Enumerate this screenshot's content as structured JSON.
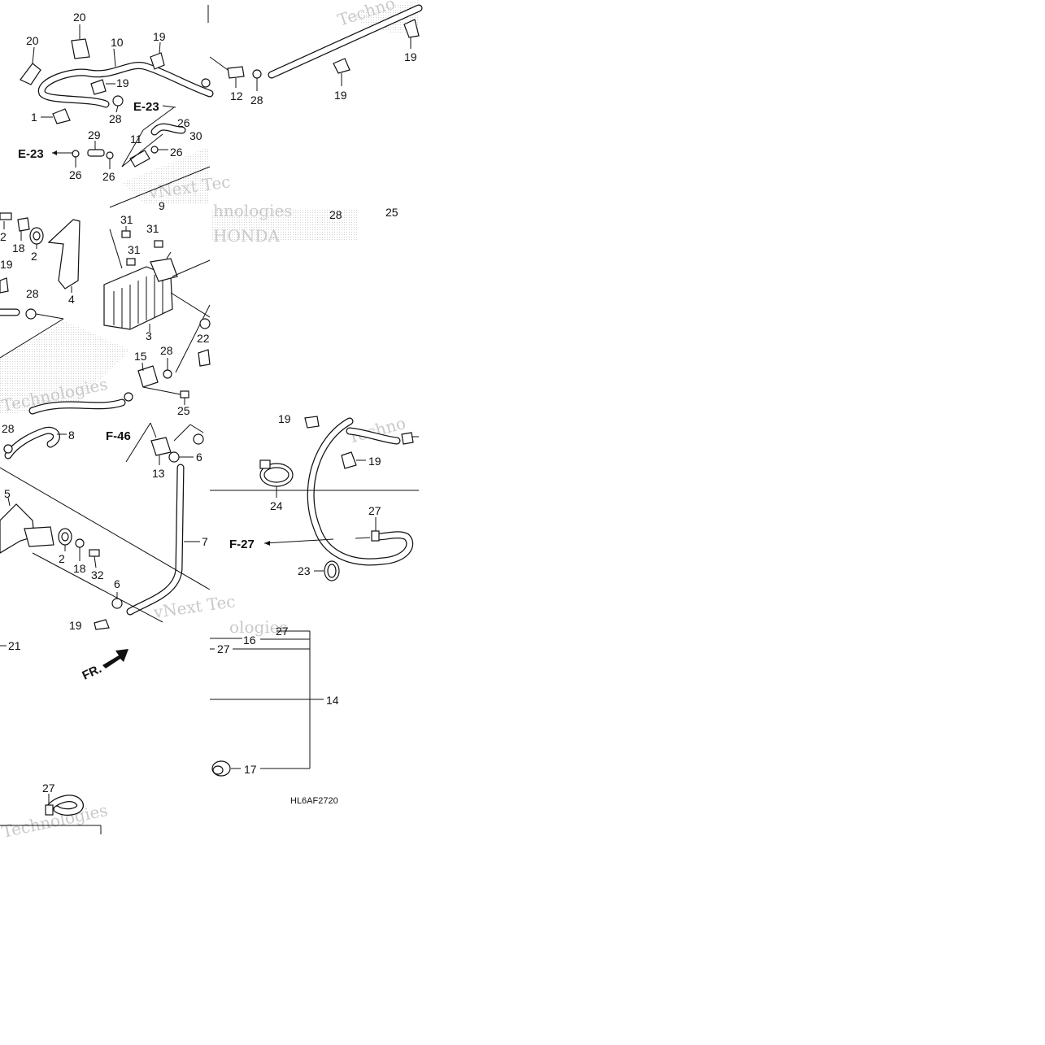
{
  "callouts": {
    "c20a": "20",
    "c20b": "20",
    "c10": "10",
    "c19a": "19",
    "c19b": "19",
    "c1": "1",
    "c28a": "28",
    "c29": "29",
    "c11": "11",
    "c26a": "26",
    "c26b": "26",
    "c26c": "26",
    "c26d": "26",
    "c30": "30",
    "c19c": "19",
    "c19d": "19",
    "c12": "12",
    "c28b": "28",
    "c9": "9",
    "c31a": "31",
    "c31b": "31",
    "c31c": "31",
    "c2a": "2",
    "c2b": "2",
    "c18a": "18",
    "c4": "4",
    "c19e": "19",
    "c28c": "28",
    "c3": "3",
    "c22": "22",
    "c15": "15",
    "c28d": "28",
    "c25a": "25",
    "c28top": "28",
    "c25top": "25",
    "c28e": "28",
    "c8": "8",
    "c13": "13",
    "c6a": "6",
    "c5": "5",
    "c7": "7",
    "c2c": "2",
    "c18b": "18",
    "c32": "32",
    "c6b": "6",
    "c19f": "19",
    "c19g": "19",
    "c24": "24",
    "c27a": "27",
    "c23": "23",
    "c21": "21",
    "c27b": "27",
    "c16": "16",
    "c27c": "27",
    "c14": "14",
    "c17": "17",
    "c27d": "27"
  },
  "references": {
    "e23a": "E-23",
    "e23b": "E-23",
    "f46": "F-46",
    "f27": "F-27"
  },
  "direction_label": "FR.",
  "diagram_code": "HL6AF2720",
  "watermarks": {
    "w1": "Techno",
    "w2": "vNext Tec",
    "w3": "hnologies",
    "w4": "HONDA",
    "w5": "Technologies",
    "w6": "Techno",
    "w7": "vNext Tec",
    "w8": "ologies",
    "w9": "Technologies"
  }
}
